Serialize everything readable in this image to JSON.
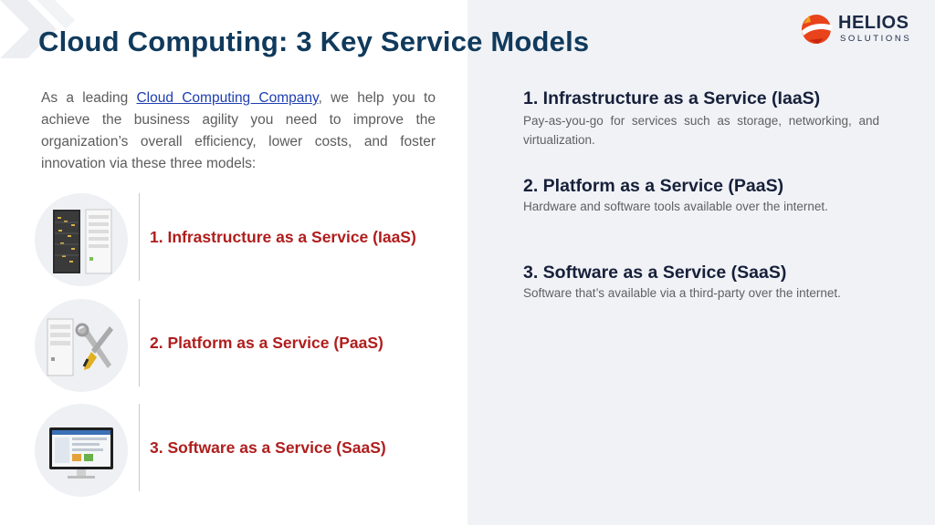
{
  "page": {
    "title": "Cloud Computing: 3 Key Service Models"
  },
  "logo": {
    "name": "HELIOS",
    "tagline": "SOLUTIONS"
  },
  "intro": {
    "prefix": "As a leading ",
    "link_text": "Cloud Computing Company",
    "suffix": ", we help you to achieve the business agility you need to improve the organization’s overall efficiency, lower costs, and foster innovation via these three models:"
  },
  "models": [
    {
      "label": "1. Infrastructure as a Service (IaaS)",
      "icon": "server-rack-icon"
    },
    {
      "label": "2. Platform as a Service (PaaS)",
      "icon": "server-with-tools-icon"
    },
    {
      "label": "3. Software as a Service (SaaS)",
      "icon": "monitor-icon"
    }
  ],
  "details": [
    {
      "heading": "1. Infrastructure as a Service (IaaS)",
      "description": "Pay-as-you-go for services such as storage, networking, and virtualization."
    },
    {
      "heading": "2. Platform as a Service (PaaS)",
      "description": "Hardware and software tools available over the internet."
    },
    {
      "heading": "3. Software as a Service (SaaS)",
      "description": "Software that’s available via a third-party over the internet."
    }
  ],
  "colors": {
    "title": "#103a5c",
    "accent_red": "#b01d1d",
    "link": "#1f3fb0",
    "panel": "#f0f2f6",
    "logo_orange": "#e8431b"
  }
}
